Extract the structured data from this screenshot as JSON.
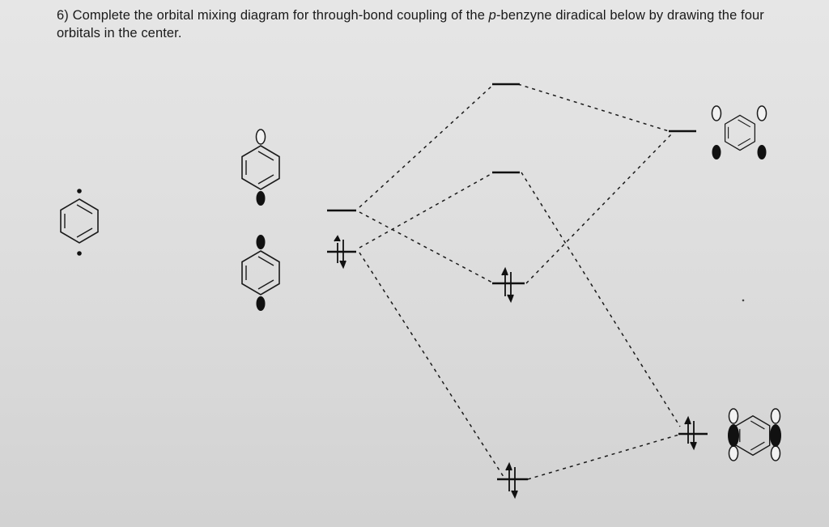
{
  "question": {
    "number": "6)",
    "text_before_italic": "Complete the orbital mixing diagram for through-bond coupling of the ",
    "italic_part": "p",
    "text_after_italic": "-benzyne diradical below by drawing the four orbitals in the center."
  },
  "diagram": {
    "left_structure": "p-benzyne-diradical",
    "orbitals": [
      "radical-sp2-in-phase",
      "radical-sp2-out-of-phase"
    ],
    "levels_left": [
      "empty",
      "doubly-occupied"
    ],
    "levels_center": [
      "empty",
      "empty",
      "doubly-occupied",
      "doubly-occupied"
    ],
    "levels_right": [
      "sigma-star-empty",
      "sigma-doubly-occupied"
    ]
  }
}
